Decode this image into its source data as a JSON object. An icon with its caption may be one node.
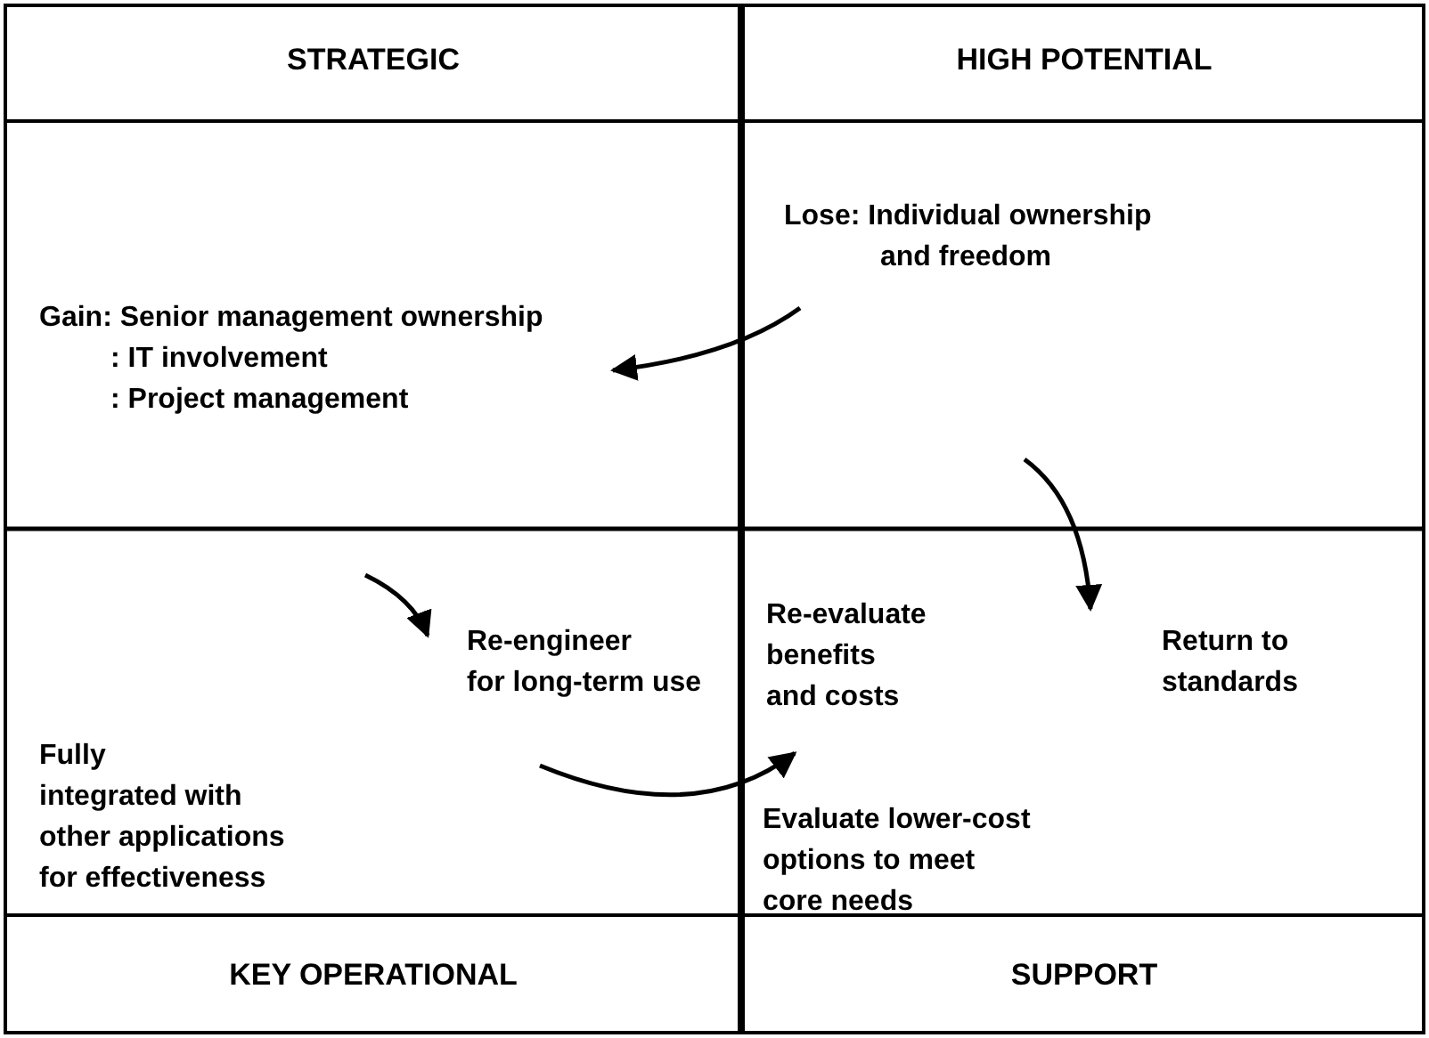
{
  "diagram": {
    "nodes": [
      {
        "text": [
          "Gain: Senior management ownership",
          ": IT involvement",
          ": Project management"
        ]
      },
      {
        "text": [
          "Lose: Individual ownership and freedom"
        ]
      },
      {
        "text": [
          "Re-engineer for long-term use"
        ]
      },
      {
        "text": [
          "Fully integrated with other applications for effectiveness"
        ]
      },
      {
        "text": [
          "Re-evaluate benefits and costs"
        ]
      },
      {
        "text": [
          "Return to standards"
        ]
      },
      {
        "text": [
          "Evaluate lower-cost options to meet core needs"
        ]
      }
    ],
    "edges": [
      {
        "from": 1,
        "to": 0,
        "arrow": "to"
      },
      {
        "from": null,
        "to": 2,
        "arrow": "to"
      },
      {
        "from": 2,
        "to": 4,
        "arrow": "to"
      },
      {
        "from": null,
        "to": 5,
        "arrow": "to"
      }
    ],
    "labels": [
      "STRATEGIC",
      "HIGH POTENTIAL",
      "KEY OPERATIONAL",
      "SUPPORT"
    ]
  }
}
